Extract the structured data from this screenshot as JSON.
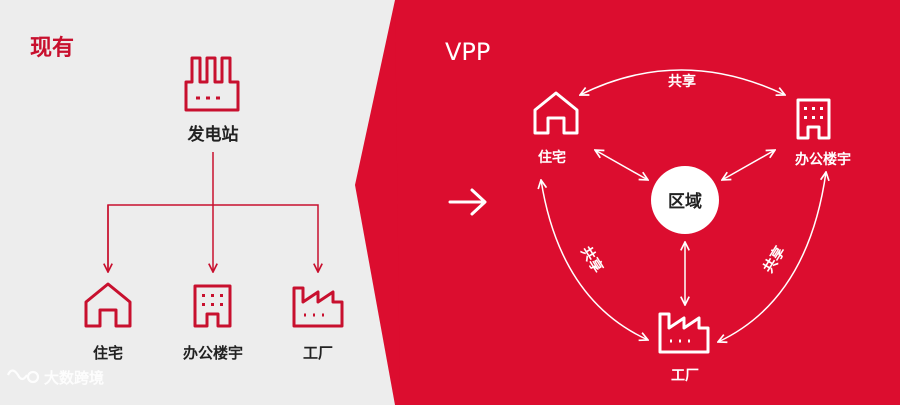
{
  "colors": {
    "left_bg": "#ededed",
    "right_bg": "#dc0d2f",
    "accent_red": "#c8102e",
    "dark_text": "#222222",
    "white": "#ffffff",
    "watermark": "#ffffff"
  },
  "left_panel": {
    "title": "现有",
    "source_node": {
      "label": "发电站",
      "icon": "power-plant-icon"
    },
    "targets": [
      {
        "label": "住宅",
        "icon": "house-icon"
      },
      {
        "label": "办公楼宇",
        "icon": "office-building-icon"
      },
      {
        "label": "工厂",
        "icon": "factory-icon"
      }
    ]
  },
  "transition_arrow": {
    "icon": "arrow-right-icon"
  },
  "right_panel": {
    "title": "VPP",
    "center_node": {
      "label": "区域"
    },
    "nodes": [
      {
        "label": "住宅",
        "icon": "house-icon"
      },
      {
        "label": "办公楼宇",
        "icon": "office-building-icon"
      },
      {
        "label": "工厂",
        "icon": "factory-icon"
      }
    ],
    "share_labels": [
      "共享",
      "共享",
      "共享"
    ]
  },
  "watermark": {
    "text": "大数跨境",
    "icon": "brand-logo-icon"
  }
}
